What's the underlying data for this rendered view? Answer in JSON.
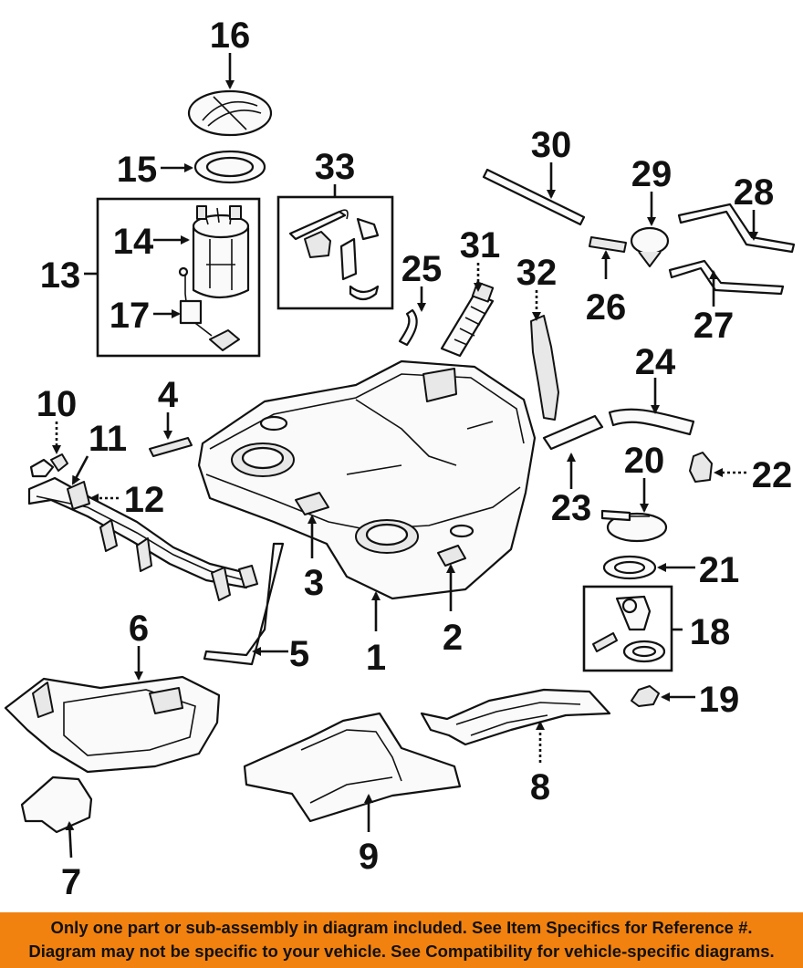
{
  "callouts": {
    "c1": "1",
    "c2": "2",
    "c3": "3",
    "c4": "4",
    "c5": "5",
    "c6": "6",
    "c7": "7",
    "c8": "8",
    "c9": "9",
    "c10": "10",
    "c11": "11",
    "c12": "12",
    "c13": "13",
    "c14": "14",
    "c15": "15",
    "c16": "16",
    "c17": "17",
    "c18": "18",
    "c19": "19",
    "c20": "20",
    "c21": "21",
    "c22": "22",
    "c23": "23",
    "c24": "24",
    "c25": "25",
    "c26": "26",
    "c27": "27",
    "c28": "28",
    "c29": "29",
    "c30": "30",
    "c31": "31",
    "c32": "32",
    "c33": "33"
  },
  "footer": {
    "line1": "Only one part or sub-assembly in diagram included. See Item Specifics for Reference #.",
    "line2": "Diagram may not be specific to your vehicle. See Compatibility for vehicle-specific diagrams."
  },
  "colors": {
    "footer_bg": "#f2820f",
    "ink": "#111111"
  }
}
